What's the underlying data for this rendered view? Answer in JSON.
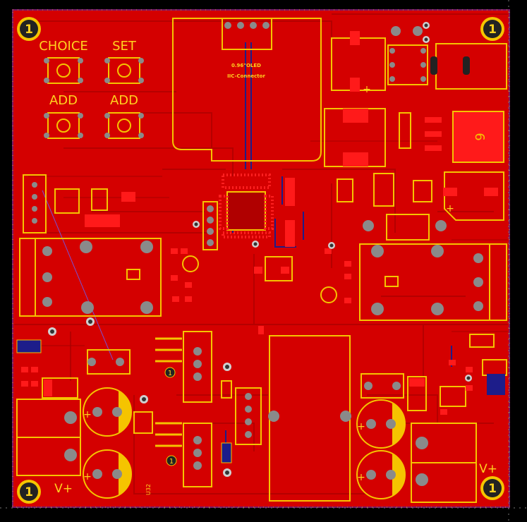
{
  "board": {
    "colors": {
      "background": "#000000",
      "copper": "#d40000",
      "silkscreen": "#ffd21f",
      "outline": "#7a1a6a",
      "bottom_trace": "#1d1d8a"
    },
    "labels": {
      "button_choice": "CHOICE",
      "button_set": "SET",
      "button_add_left": "ADD",
      "button_add_right": "ADD",
      "oled_title": "0.96\"OLED",
      "oled_subtitle": "IIC-Connector",
      "vplus_left": "V+",
      "vplus_right": "V+",
      "big_ic_mark": "6",
      "u32_label": "U32",
      "mounting_hole_mark": "1",
      "pin1_mark": "1",
      "cap_plus": "+"
    }
  }
}
